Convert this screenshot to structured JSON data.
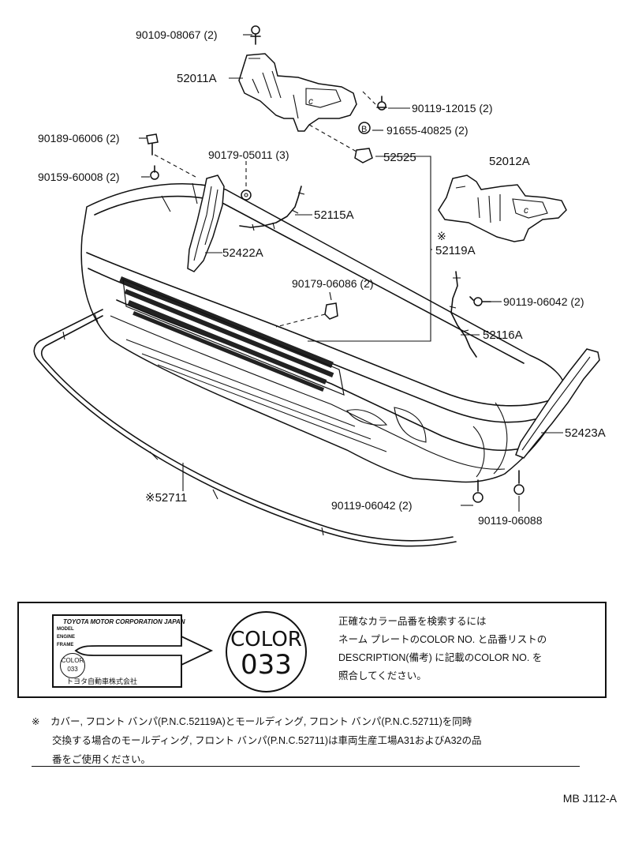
{
  "callouts": {
    "c1": "90109-08067 (2)",
    "c2": "52011A",
    "c3": "90119-12015 (2)",
    "c4": "91655-40825 (2)",
    "c4_symbol": "B",
    "c5": "90189-06006 (2)",
    "c6": "90179-05011 (3)",
    "c7": "52525",
    "c8": "52012A",
    "c9": "90159-60008 (2)",
    "c10": "52115A",
    "c11": "52422A",
    "c12": "※",
    "c13": "52119A",
    "c14": "90179-06086 (2)",
    "c15": "90119-06042 (2)",
    "c16": "52116A",
    "c17": "52423A",
    "c18": "※52711",
    "c19": "90119-06042 (2)",
    "c20": "90119-06088"
  },
  "color_panel": {
    "nameplate_maker": "TOYOTA MOTOR CORPORATION JAPAN",
    "nameplate_model": "MODEL",
    "nameplate_engine": "ENGINE",
    "nameplate_frame": "FRAME",
    "nameplate_color_small": "COLOR",
    "nameplate_code_small": "033",
    "nameplate_company": "トヨタ自動車株式会社",
    "color_word": "COLOR",
    "color_code": "033",
    "instruction_line1": "正確なカラー品番を検索するには",
    "instruction_line2": "ネーム プレートのCOLOR NO. と品番リストの",
    "instruction_line3": "DESCRIPTION(備考) に記載のCOLOR NO. を",
    "instruction_line4": "照合してください。"
  },
  "footnote": {
    "mark": "※",
    "line1": "カバー, フロント バンパ(P.N.C.52119A)とモールディング, フロント バンパ(P.N.C.52711)を同時",
    "line2": "交換する場合のモールディング, フロント バンパ(P.N.C.52711)は車両生産工場A31およびA32の品",
    "line3": "番をご使用ください。"
  },
  "diagram_code": "MB J112-A"
}
